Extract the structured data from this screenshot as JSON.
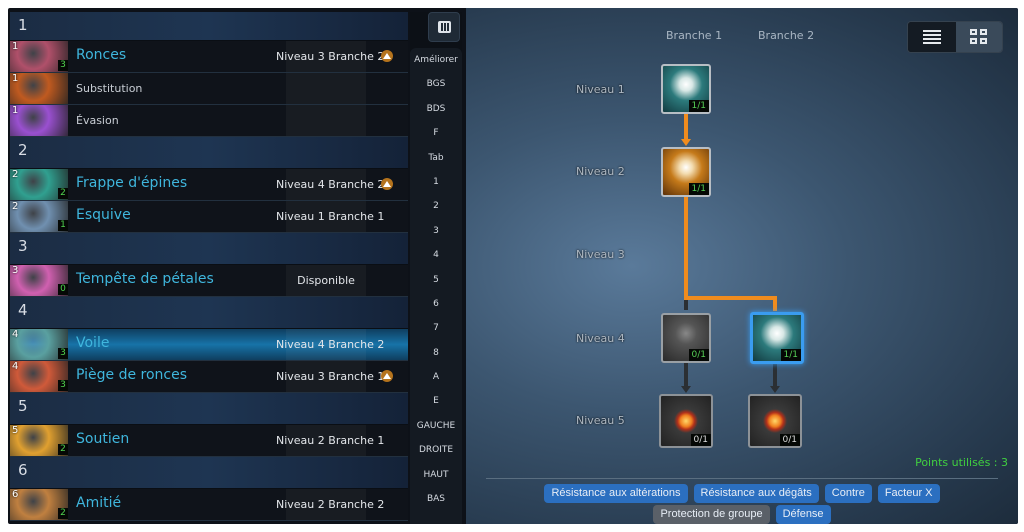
{
  "groups": [
    {
      "label": "1",
      "skills": [
        {
          "level": "1",
          "count": "3",
          "name": "Ronces",
          "status": "Niveau 3 Branche 2",
          "warn": true,
          "style": "big",
          "img": "#b0506a"
        },
        {
          "level": "1",
          "count": "",
          "name": "Substitution",
          "status": "",
          "warn": false,
          "style": "small",
          "img": "#c05a20"
        },
        {
          "level": "1",
          "count": "",
          "name": "Évasion",
          "status": "",
          "warn": false,
          "style": "small",
          "img": "#9a50d0"
        }
      ]
    },
    {
      "label": "2",
      "skills": [
        {
          "level": "2",
          "count": "2",
          "name": "Frappe d'épines",
          "status": "Niveau 4 Branche 2",
          "warn": true,
          "style": "big",
          "img": "#30a090"
        },
        {
          "level": "2",
          "count": "1",
          "name": "Esquive",
          "status": "Niveau 1 Branche 1",
          "warn": false,
          "style": "big",
          "img": "#7090b0"
        }
      ]
    },
    {
      "label": "3",
      "skills": [
        {
          "level": "3",
          "count": "0",
          "name": "Tempête de pétales",
          "status": "Disponible",
          "warn": false,
          "style": "big",
          "center": true,
          "img": "#d060b0"
        }
      ]
    },
    {
      "label": "4",
      "skills": [
        {
          "level": "4",
          "count": "3",
          "name": "Voile",
          "status": "Niveau 4 Branche 2",
          "warn": false,
          "style": "big",
          "selected": true,
          "img": "#5aa0a0"
        },
        {
          "level": "4",
          "count": "3",
          "name": "Piège de ronces",
          "status": "Niveau 3 Branche 1",
          "warn": true,
          "style": "big",
          "img": "#d05a3a"
        }
      ]
    },
    {
      "label": "5",
      "skills": [
        {
          "level": "5",
          "count": "2",
          "name": "Soutien",
          "status": "Niveau 2 Branche 1",
          "warn": false,
          "style": "big",
          "img": "#e0a030"
        }
      ]
    },
    {
      "label": "6",
      "skills": [
        {
          "level": "6",
          "count": "2",
          "name": "Amitié",
          "status": "Niveau 2 Branche 2",
          "warn": false,
          "style": "big",
          "img": "#c08040"
        }
      ]
    }
  ],
  "keys": [
    "Améliorer",
    "BGS",
    "BDS",
    "F",
    "Tab",
    "1",
    "2",
    "3",
    "4",
    "5",
    "6",
    "7",
    "8",
    "A",
    "E",
    "GAUCHE",
    "DROITE",
    "HAUT",
    "BAS"
  ],
  "tree": {
    "branches": [
      "Branche 1",
      "Branche 2"
    ],
    "levels": [
      "Niveau 1",
      "Niveau 2",
      "Niveau 3",
      "Niveau 4",
      "Niveau 5"
    ],
    "nodes": {
      "n1b1": "1/1",
      "n2b1": "1/1",
      "n4b1": "0/1",
      "n4b2": "1/1",
      "n5b1": "0/1",
      "n5b2": "0/1"
    },
    "points": "Points utilisés : 3"
  },
  "tags": [
    {
      "label": "Résistance aux altérations",
      "active": true
    },
    {
      "label": "Résistance aux dégâts",
      "active": true
    },
    {
      "label": "Contre",
      "active": true
    },
    {
      "label": "Facteur X",
      "active": true
    },
    {
      "label": "Protection de groupe",
      "active": false
    },
    {
      "label": "Défense",
      "active": true
    }
  ],
  "colors": {
    "accent": "#3fb6dd",
    "path": "#f08c1e",
    "points": "#40d040",
    "tag": "#2b6fc0"
  }
}
